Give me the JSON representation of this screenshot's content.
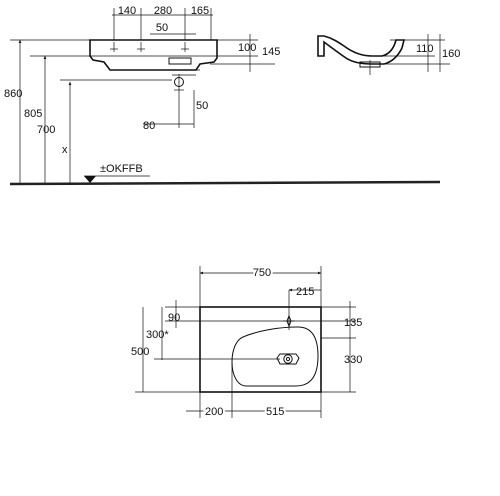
{
  "elevation": {
    "top_dims": [
      "140",
      "280",
      "165",
      "50"
    ],
    "right_dims": [
      "100",
      "145"
    ],
    "heights": [
      "860",
      "805",
      "700",
      "x"
    ],
    "trap_dims": [
      "80",
      "50"
    ],
    "floor_label": "±OKFFB"
  },
  "section": {
    "dims": [
      "110",
      "160"
    ]
  },
  "plan": {
    "width": "750",
    "depth": "500",
    "tap_offset": "215",
    "tap_from_back": "90",
    "tap_hole_dim": "135",
    "waste_from_back": "300*",
    "bowl_depth": "330",
    "bowl_left_offset": "200",
    "bowl_width": "515"
  }
}
